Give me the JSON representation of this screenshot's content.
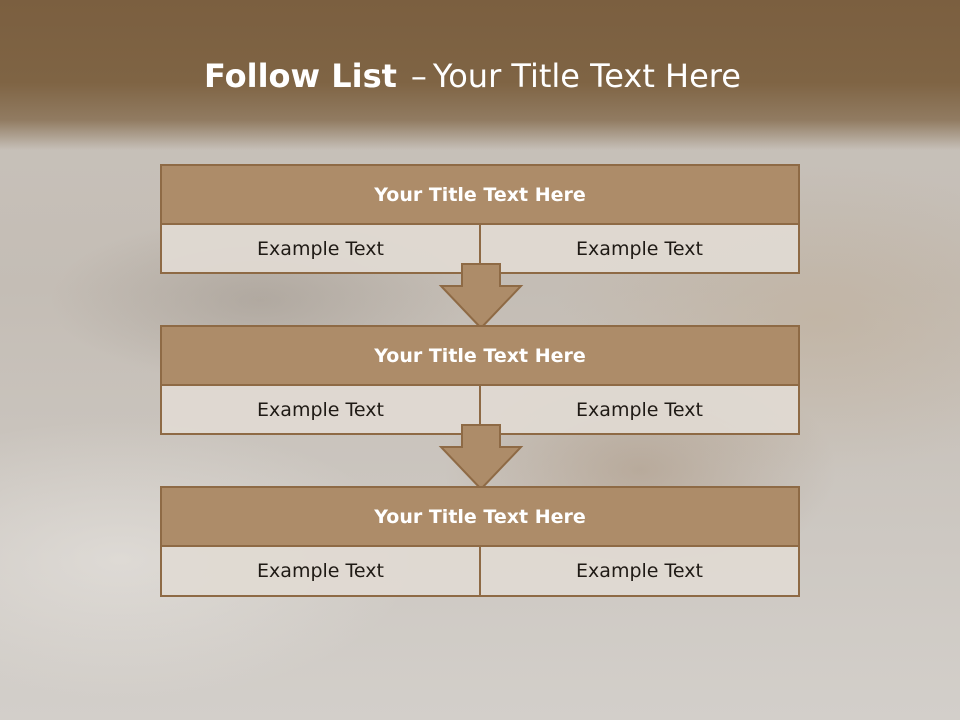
{
  "header": {
    "title_bold": "Follow List",
    "title_dash": "–",
    "title_rest": "Your Title Text Here"
  },
  "steps": [
    {
      "title": "Your Title Text Here",
      "cells": [
        "Example Text",
        "Example Text"
      ]
    },
    {
      "title": "Your Title Text Here",
      "cells": [
        "Example Text",
        "Example Text"
      ]
    },
    {
      "title": "Your Title Text Here",
      "cells": [
        "Example Text",
        "Example Text"
      ]
    }
  ],
  "colors": {
    "header_band": "#7f6444",
    "card_header": "#ad8c69",
    "card_border": "#8e6a45",
    "arrow_fill": "#ad8c69"
  },
  "icons": [
    "down-arrow-icon",
    "down-arrow-icon"
  ]
}
